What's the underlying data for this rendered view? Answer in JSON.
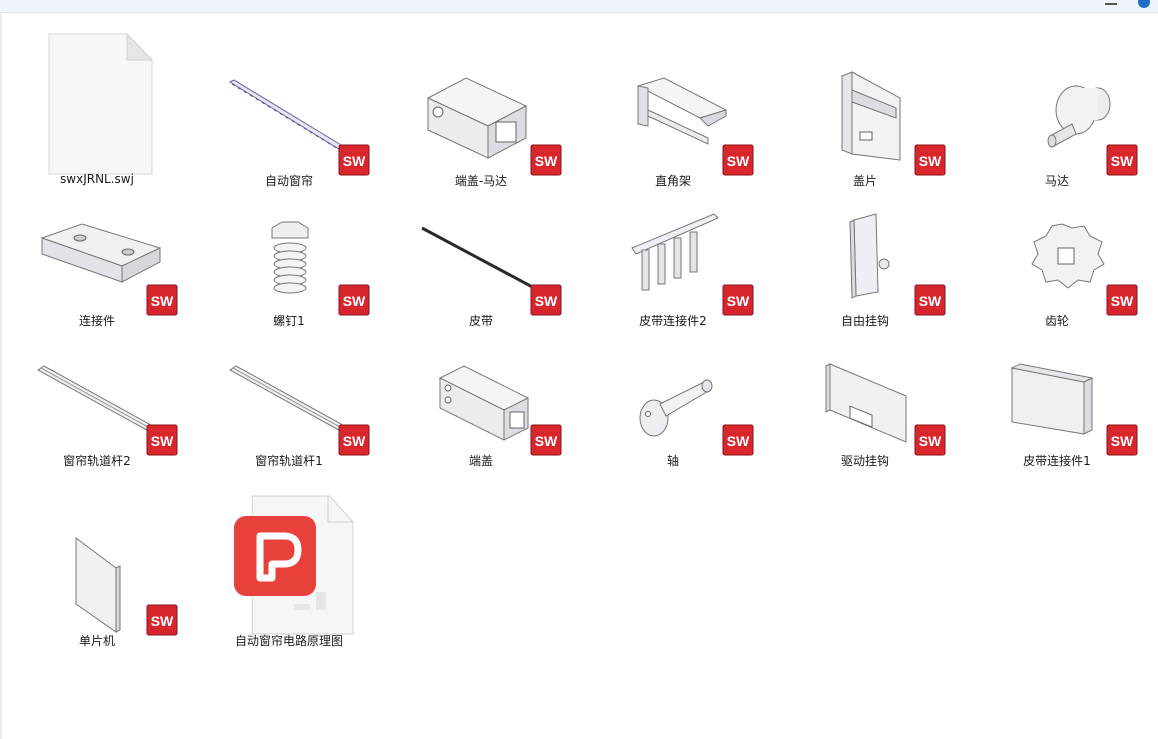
{
  "files": [
    {
      "name": "swxJRNL.swj",
      "icon": "blank-document-icon"
    },
    {
      "name": "自动窗帘",
      "icon": "rod-part-icon",
      "badge": "SW"
    },
    {
      "name": "端盖-马达",
      "icon": "motor-end-cap-icon",
      "badge": "SW"
    },
    {
      "name": "直角架",
      "icon": "right-angle-bracket-icon",
      "badge": "SW"
    },
    {
      "name": "盖片",
      "icon": "cover-plate-icon",
      "badge": "SW"
    },
    {
      "name": "马达",
      "icon": "motor-icon",
      "badge": "SW"
    },
    {
      "name": "连接件",
      "icon": "connector-part-icon",
      "badge": "SW"
    },
    {
      "name": "螺钉1",
      "icon": "screw-icon",
      "badge": "SW"
    },
    {
      "name": "皮带",
      "icon": "belt-icon",
      "badge": "SW"
    },
    {
      "name": "皮带连接件2",
      "icon": "belt-connector-comb-icon",
      "badge": "SW"
    },
    {
      "name": "自由挂钩",
      "icon": "free-hook-icon",
      "badge": "SW"
    },
    {
      "name": "齿轮",
      "icon": "gear-icon",
      "badge": "SW"
    },
    {
      "name": "窗帘轨道杆2",
      "icon": "track-rod-icon",
      "badge": "SW"
    },
    {
      "name": "窗帘轨道杆1",
      "icon": "track-rod-icon",
      "badge": "SW"
    },
    {
      "name": "端盖",
      "icon": "end-cap-icon",
      "badge": "SW"
    },
    {
      "name": "轴",
      "icon": "shaft-icon",
      "badge": "SW"
    },
    {
      "name": "驱动挂钩",
      "icon": "drive-hook-icon",
      "badge": "SW"
    },
    {
      "name": "皮带连接件1",
      "icon": "belt-connector-plate-icon",
      "badge": "SW"
    },
    {
      "name": "单片机",
      "icon": "mcu-board-icon",
      "badge": "SW"
    },
    {
      "name": "自动窗帘电路原理图",
      "icon": "wps-pdf-document-icon"
    }
  ],
  "colors": {
    "sw_red": "#d7262c",
    "pdf_red": "#e8403b",
    "label": "#1a1a1a",
    "top_bar": "#eef3f9"
  }
}
